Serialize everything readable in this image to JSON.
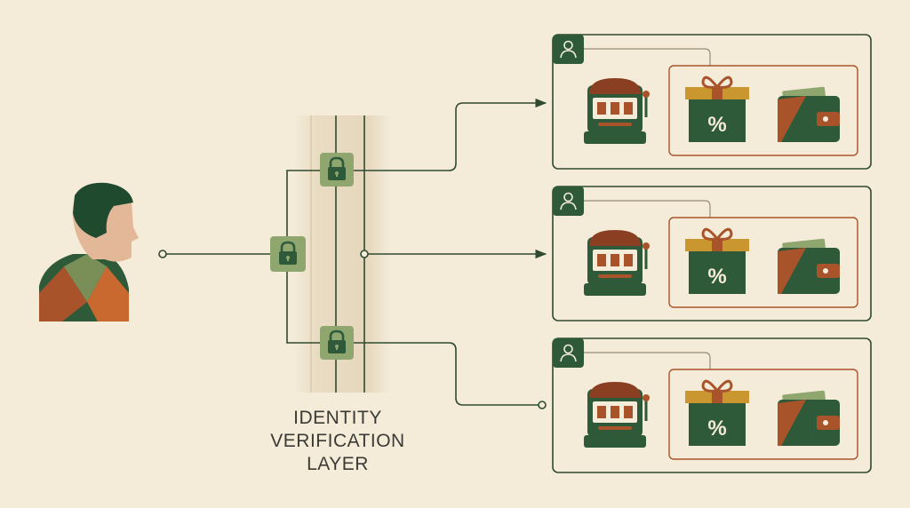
{
  "layer_label": {
    "line1": "IDENTITY",
    "line2": "VERIFICATION",
    "line3": "LAYER"
  },
  "colors": {
    "background": "#f4ecd9",
    "accent_green": "#2f5a3a",
    "light_green": "#8fa76f",
    "rust": "#a9532a",
    "gold": "#c9962f",
    "line": "#2f4a30",
    "layer_band": "#e6d7bd"
  },
  "icons": {
    "user": "person-silhouette-icon",
    "lock": "padlock-icon",
    "slot": "slot-machine-icon",
    "gift": "gift-box-percent-icon",
    "wallet": "wallet-icon",
    "account": "user-account-icon"
  },
  "accounts": [
    {
      "icon": "user-account-icon"
    },
    {
      "icon": "user-account-icon"
    },
    {
      "icon": "user-account-icon"
    }
  ]
}
